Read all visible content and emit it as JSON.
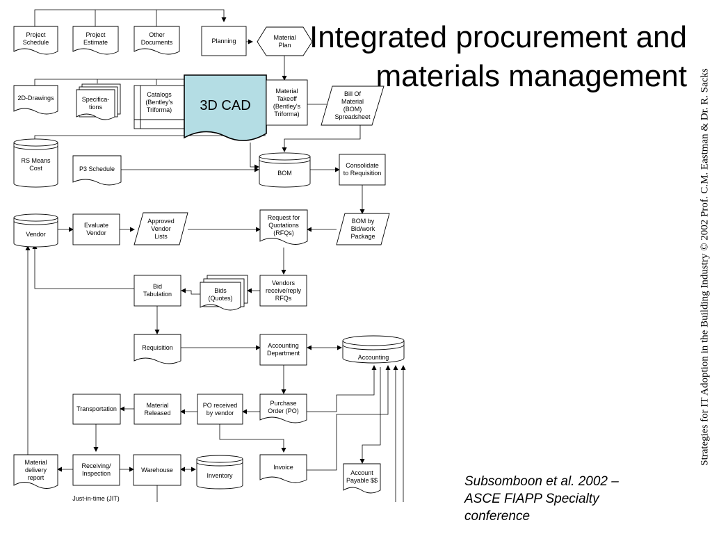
{
  "title": "Integrated procurement and materials management",
  "citation": "Subsomboon et al. 2002 – ASCE FIAPP Specialty conference",
  "side_text": "Strategies for IT Adoption in the Building Industry © 2002 Prof. C.M. Eastman & Dr. R. Sacks",
  "colors": {
    "cad_fill": "#b4dde4",
    "line": "#000000"
  },
  "nodes": {
    "project_schedule": "Project\nSchedule",
    "project_estimate": "Project\nEstimate",
    "other_documents": "Other\nDocuments",
    "planning": "Planning",
    "material_plan": "Material\nPlan",
    "drawings_2d": "2D-Drawings",
    "specifications": "Specifica-\ntions",
    "catalogs": "Catalogs\n(Bentley's\nTriforma)",
    "cad_3d": "3D CAD",
    "material_takeoff": "Material\nTakeoff\n(Bentley's\nTriforma)",
    "bill_of_material": "Bill Of\nMaterial\n(BOM)\nSpreadsheet",
    "rs_means": "RS Means\nCost",
    "p3_schedule": "P3 Schedule",
    "bom": "BOM",
    "consolidate": "Consolidate\nto Requisition",
    "vendor": "Vendor",
    "evaluate_vendor": "Evaluate\nVendor",
    "approved_vendor_lists": "Approved\nVendor\nLists",
    "rfq": "Request for\nQuotations\n(RFQs)",
    "bom_by_bidwork": "BOM by\nBid/work\nPackage",
    "bid_tabulation": "Bid\nTabulation",
    "bids_quotes": "Bids\n(Quotes)",
    "vendors_reply": "Vendors\nreceive/reply\nRFQs",
    "requisition": "Requisition",
    "accounting_department": "Accounting\nDepartment",
    "accounting": "Accounting",
    "transportation": "Transportation",
    "material_released": "Material\nReleased",
    "po_received": "PO received\nby vendor",
    "purchase_order": "Purchase\nOrder (PO)",
    "material_delivery": "Material\ndelivery\nreport",
    "receiving": "Receiving/\nInspection",
    "warehouse": "Warehouse",
    "inventory": "Inventory",
    "invoice": "Invoice",
    "account_payable": "Account\nPayable $$",
    "jit": "Just-in-time (JIT)"
  }
}
